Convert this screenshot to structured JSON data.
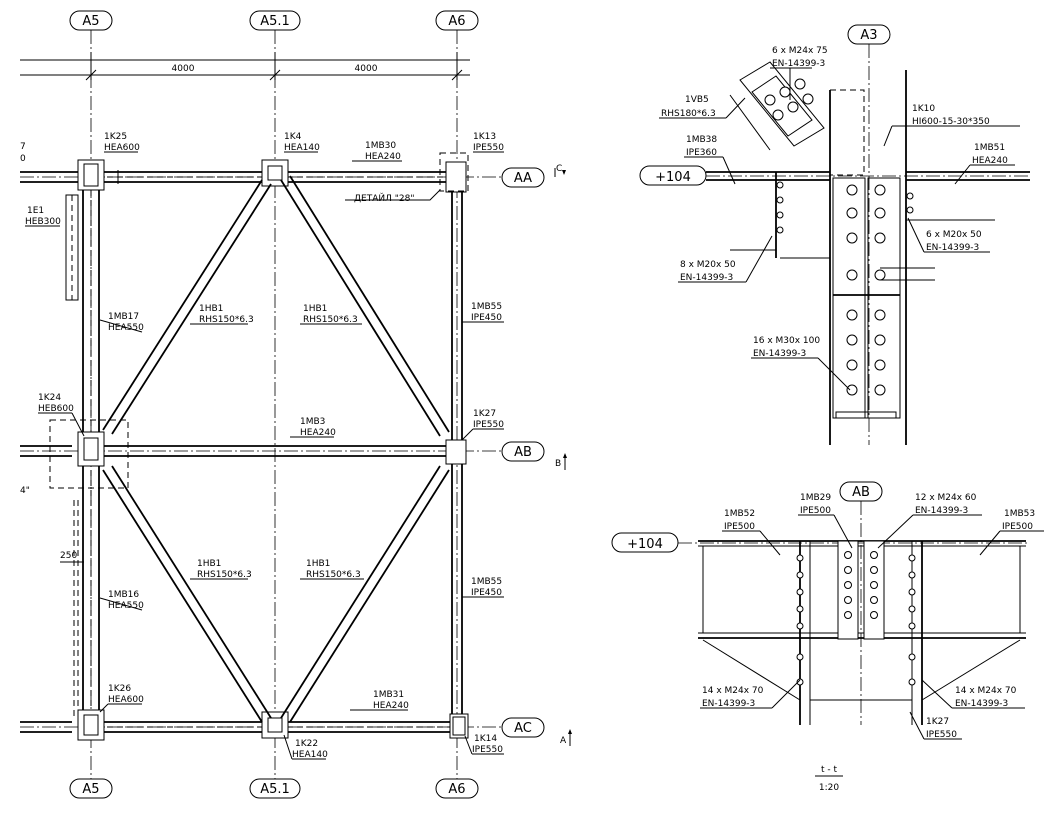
{
  "grid": {
    "a5": "A5",
    "a51": "A5.1",
    "a6": "A6",
    "aa": "AA",
    "ab": "AB",
    "ac": "AC",
    "a3": "A3"
  },
  "dims": {
    "d1": "4000",
    "d2": "4000",
    "d3": "250"
  },
  "plan_labels": {
    "k25_name": "1K25",
    "k25_profile": "HEA600",
    "k4_name": "1K4",
    "k4_profile": "HEA140",
    "mb30_name": "1MB30",
    "mb30_profile": "HEA240",
    "k13_name": "1K13",
    "k13_profile": "IPE550",
    "e1_name": "1E1",
    "e1_profile": "HEB300",
    "detail": "ДЕТАЙЛ \"28\"",
    "mb17_name": "1MB17",
    "mb17_profile": "HEA550",
    "hb1a_name": "1HB1",
    "hb1a_profile": "RHS150*6.3",
    "hb1b_name": "1HB1",
    "hb1b_profile": "RHS150*6.3",
    "mb55a_name": "1MB55",
    "mb55a_profile": "IPE450",
    "k24_name": "1K24",
    "k24_profile": "HEB600",
    "mb3_name": "1MB3",
    "mb3_profile": "HEA240",
    "k27_name": "1K27",
    "k27_profile": "IPE550",
    "hb1c_name": "1HB1",
    "hb1c_profile": "RHS150*6.3",
    "hb1d_name": "1HB1",
    "hb1d_profile": "RHS150*6.3",
    "mb16_name": "1MB16",
    "mb16_profile": "HEA550",
    "mb55b_name": "1MB55",
    "mb55b_profile": "IPE450",
    "k26_name": "1K26",
    "k26_profile": "HEA600",
    "mb31_name": "1MB31",
    "mb31_profile": "HEA240",
    "k22_name": "1K22",
    "k22_profile": "HEA140",
    "k14_name": "1K14",
    "k14_profile": "IPE550",
    "sec_c": "C",
    "sec_b": "B",
    "sec_a": "A",
    "frag_top": "7",
    "frag_top2": "0",
    "frag_mid": "4\""
  },
  "detail_top": {
    "elev": "+104",
    "bolt1_a": "6 x M24x 75",
    "bolt1_b": "EN-14399-3",
    "vb5_name": "1VB5",
    "vb5_profile": "RHS180*6.3",
    "mb38_name": "1MB38",
    "mb38_profile": "IPE360",
    "k10_name": "1K10",
    "k10_profile": "HI600-15-30*350",
    "mb51_name": "1MB51",
    "mb51_profile": "HEA240",
    "bolt2_a": "6 x M20x 50",
    "bolt2_b": "EN-14399-3",
    "bolt3_a": "8 x M20x 50",
    "bolt3_b": "EN-14399-3",
    "bolt4_a": "16 x M30x 100",
    "bolt4_b": "EN-14399-3"
  },
  "detail_bottom": {
    "elev": "+104",
    "mb29_name": "1MB29",
    "mb29_profile": "IPE500",
    "bolt1_a": "12 x M24x 60",
    "bolt1_b": "EN-14399-3",
    "mb52_name": "1MB52",
    "mb52_profile": "IPE500",
    "mb53_name": "1MB53",
    "mb53_profile": "IPE500",
    "bolt2_a": "14 x M24x 70",
    "bolt2_b": "EN-14399-3",
    "bolt3_a": "14 x M24x 70",
    "bolt3_b": "EN-14399-3",
    "k27_name": "1K27",
    "k27_profile": "IPE550",
    "section": "t - t",
    "scale": "1:20"
  }
}
